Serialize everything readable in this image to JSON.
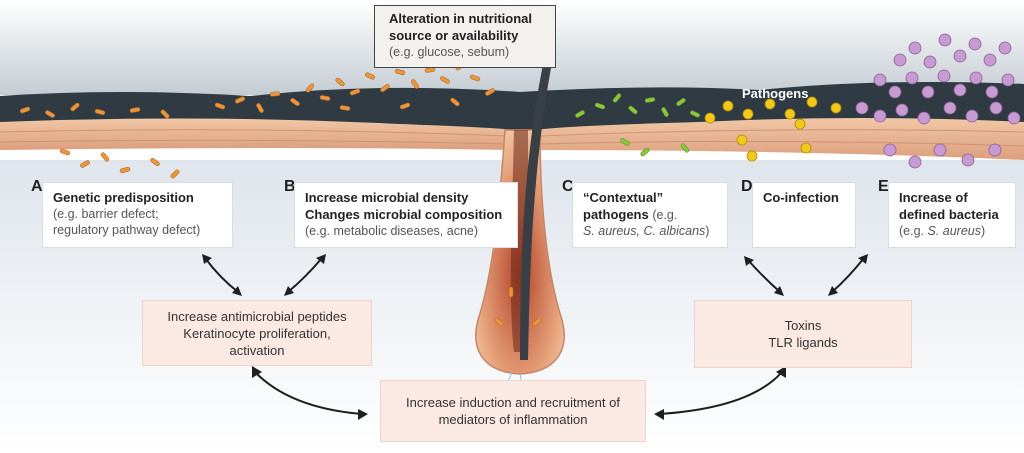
{
  "top_label": {
    "line1": "Alteration in nutritional",
    "line2": "source or availability",
    "line3": "(e.g. glucose, sebum)"
  },
  "pathogens_label": "Pathogens",
  "panels": {
    "a": {
      "letter": "A",
      "heading": "Genetic predisposition",
      "sub1": "(e.g. barrier defect;",
      "sub2": "regulatory pathway defect)"
    },
    "b": {
      "letter": "B",
      "heading1": "Increase microbial density",
      "heading2": "Changes microbial composition",
      "sub1": "(e.g. metabolic diseases, acne)"
    },
    "c": {
      "letter": "C",
      "heading1": "“Contextual”",
      "heading2_prefix": "pathogens ",
      "heading2_suffix": "(e.g.",
      "sub_italic": "S. aureus, C. albicans",
      "sub_end": ")"
    },
    "d": {
      "letter": "D",
      "heading": "Co-infection"
    },
    "e": {
      "letter": "E",
      "heading1": "Increase of",
      "heading2": "defined bacteria",
      "sub_prefix": "(e.g. ",
      "sub_italic": "S. aureus",
      "sub_end": ")"
    }
  },
  "effects_left": {
    "line1": "Increase antimicrobial peptides",
    "line2": "Keratinocyte proliferation,",
    "line3": "activation"
  },
  "effects_right": {
    "line1": "Toxins",
    "line2": "TLR ligands"
  },
  "effects_center": {
    "line1": "Increase induction and recruitment of",
    "line2": "mediators of inflammation"
  }
}
